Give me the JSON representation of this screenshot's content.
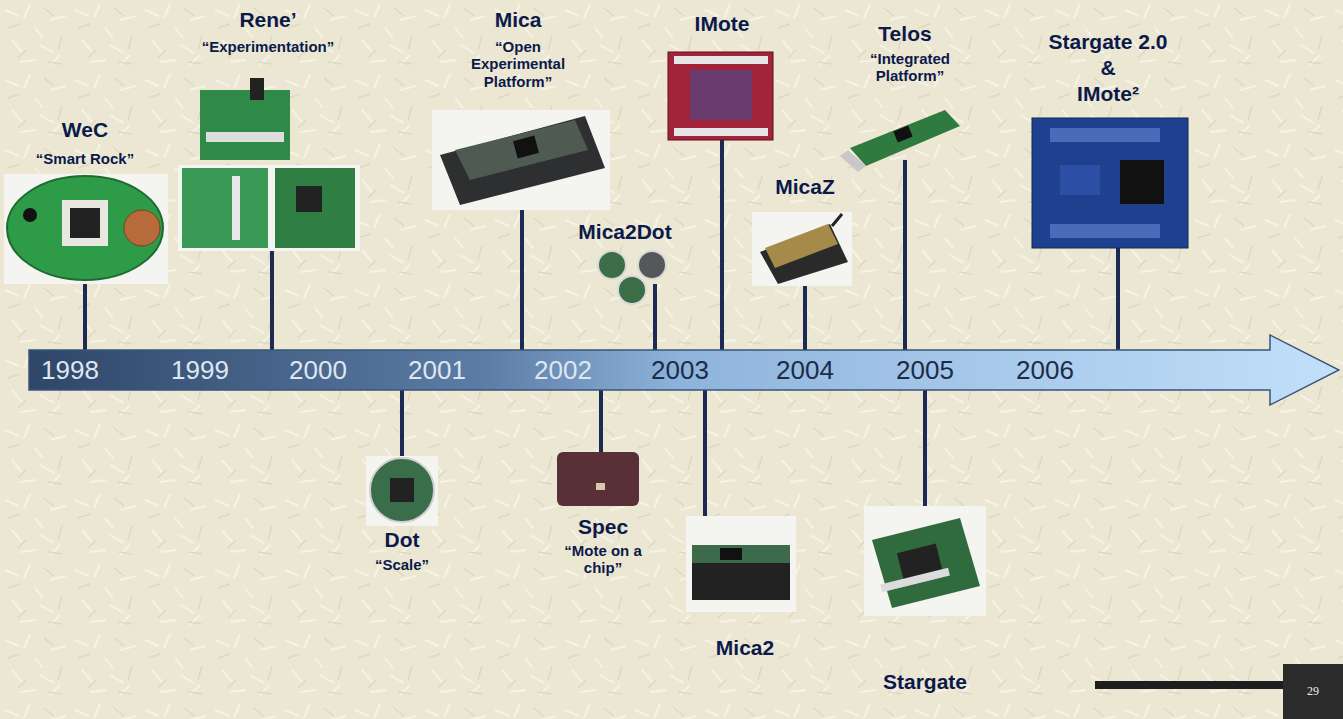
{
  "diagram": {
    "nodes": [
      {
        "text": [
          "1998",
          "1999",
          "2000",
          "2001",
          "2002",
          "2003",
          "2004",
          "2005",
          "2006"
        ]
      },
      {
        "text": [
          "29"
        ]
      }
    ],
    "labels": [
      "WeC",
      "“Smart Rock”",
      "Rene’",
      "“Experimentation”",
      "Mica",
      "“Open Experimental Platform”",
      "IMote",
      "Telos",
      "“Integrated Platform”",
      "Stargate 2.0",
      "&",
      "IMote²",
      "Mica2Dot",
      "MicaZ",
      "Dot",
      "“Scale”",
      "Spec",
      "“Mote on a chip”",
      "Mica2",
      "Stargate"
    ]
  }
}
